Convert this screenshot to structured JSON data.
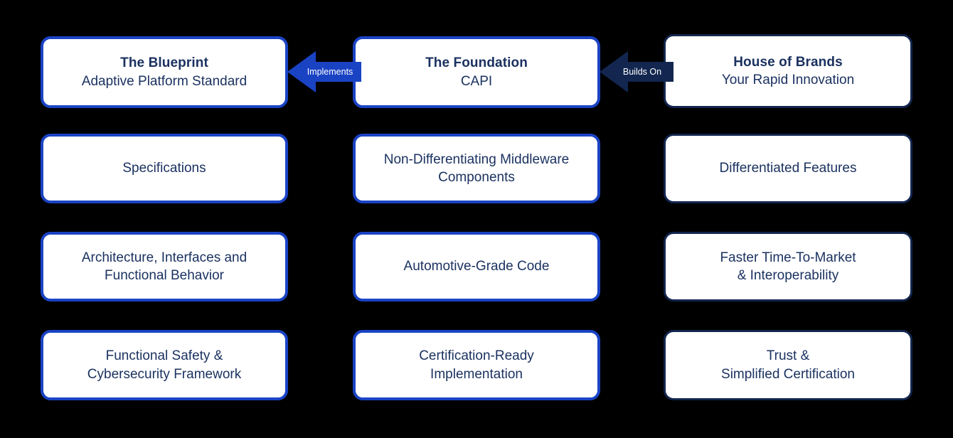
{
  "diagram": {
    "background_color": "#000000",
    "text_color": "#1b3260",
    "columns": [
      {
        "id": "blueprint",
        "accent_color": "#1a43c4",
        "cards": [
          {
            "title": "The Blueprint",
            "subtitle": "Adaptive Platform Standard"
          },
          {
            "line1": "Specifications",
            "line2": ""
          },
          {
            "line1": "Architecture, Interfaces and",
            "line2": "Functional Behavior"
          },
          {
            "line1": "Functional Safety &",
            "line2": "Cybersecurity Framework"
          }
        ]
      },
      {
        "id": "foundation",
        "accent_color": "#1a43c4",
        "cards": [
          {
            "title": "The Foundation",
            "subtitle": "CAPI"
          },
          {
            "line1": "Non-Differentiating Middleware",
            "line2": "Components"
          },
          {
            "line1": "Automotive-Grade Code",
            "line2": ""
          },
          {
            "line1": "Certification-Ready",
            "line2": "Implementation"
          }
        ]
      },
      {
        "id": "house-of-brands",
        "accent_color": "#12264f",
        "cards": [
          {
            "title": "House of Brands",
            "subtitle": "Your Rapid Innovation"
          },
          {
            "line1": "Differentiated Features",
            "line2": ""
          },
          {
            "line1": "Faster Time-To-Market",
            "line2": "& Interoperability"
          },
          {
            "line1": "Trust &",
            "line2": "Simplified Certification"
          }
        ]
      }
    ],
    "arrows": [
      {
        "id": "implements",
        "label": "Implements",
        "color": "#1a43c4",
        "direction": "left",
        "from": "foundation",
        "to": "blueprint"
      },
      {
        "id": "builds-on",
        "label": "Builds On",
        "color": "#12264f",
        "direction": "left",
        "from": "house-of-brands",
        "to": "foundation"
      }
    ]
  }
}
